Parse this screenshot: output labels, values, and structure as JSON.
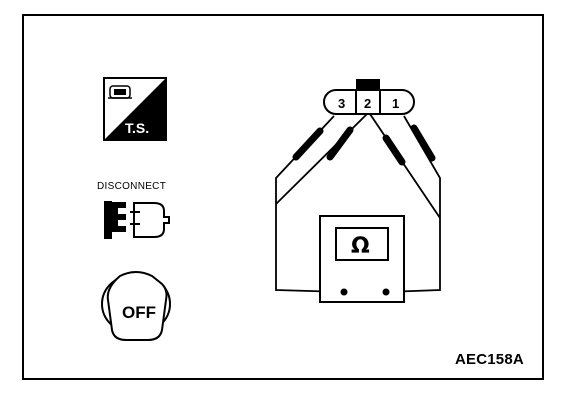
{
  "figure": {
    "id": "AEC158A"
  },
  "icons": {
    "ts": {
      "label": "T.S.",
      "icon": "ts-tester-icon"
    },
    "disconnect": {
      "label": "DISCONNECT",
      "icon": "connector-disconnect-icon"
    },
    "ignition": {
      "label": "OFF",
      "icon": "ignition-key-off-icon"
    }
  },
  "connector": {
    "terminals": [
      "3",
      "2",
      "1"
    ]
  },
  "meter": {
    "symbol": "Ω"
  },
  "colors": {
    "ink": "#000000",
    "paper": "#ffffff"
  }
}
